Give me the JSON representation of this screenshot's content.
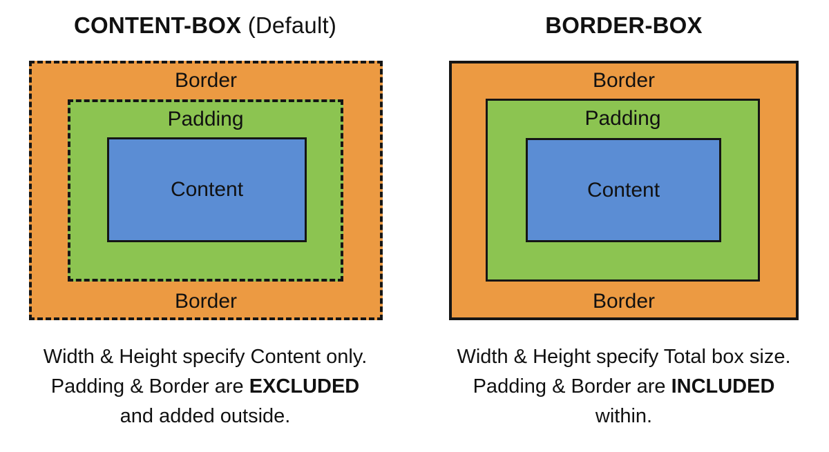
{
  "left": {
    "title_bold": "CONTENT-BOX",
    "title_normal": " (Default)",
    "border_top_label": "Border",
    "padding_label": "Padding",
    "content_label": "Content",
    "border_bottom_label": "Border",
    "caption_line1": "Width & Height specify Content only.",
    "caption_line2_prefix": "Padding & Border are ",
    "caption_line2_bold": "EXCLUDED",
    "caption_line3": "and added outside."
  },
  "right": {
    "title_bold": "BORDER-BOX",
    "border_top_label": "Border",
    "padding_label": "Padding",
    "content_label": "Content",
    "border_bottom_label": "Border",
    "caption_line1": "Width & Height specify Total box size.",
    "caption_line2_prefix": "Padding & Border are ",
    "caption_line2_bold": "INCLUDED",
    "caption_line3": "within."
  },
  "colors": {
    "border_area": "#EC9A42",
    "padding_area": "#8CC451",
    "content_area": "#5B8DD4",
    "outline": "#151515"
  }
}
